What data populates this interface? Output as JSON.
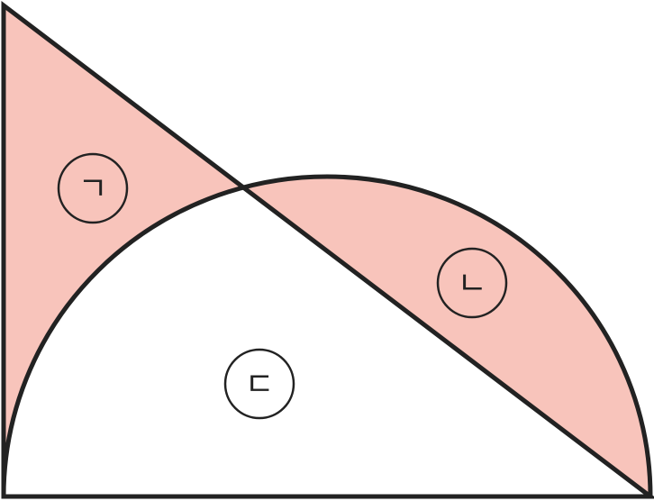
{
  "colors": {
    "shade": "#f8c4bb",
    "stroke": "#222222",
    "background": "#ffffff"
  },
  "labels": {
    "region_a": "ㄱ",
    "region_b": "ㄴ",
    "region_c": "ㄷ"
  }
}
